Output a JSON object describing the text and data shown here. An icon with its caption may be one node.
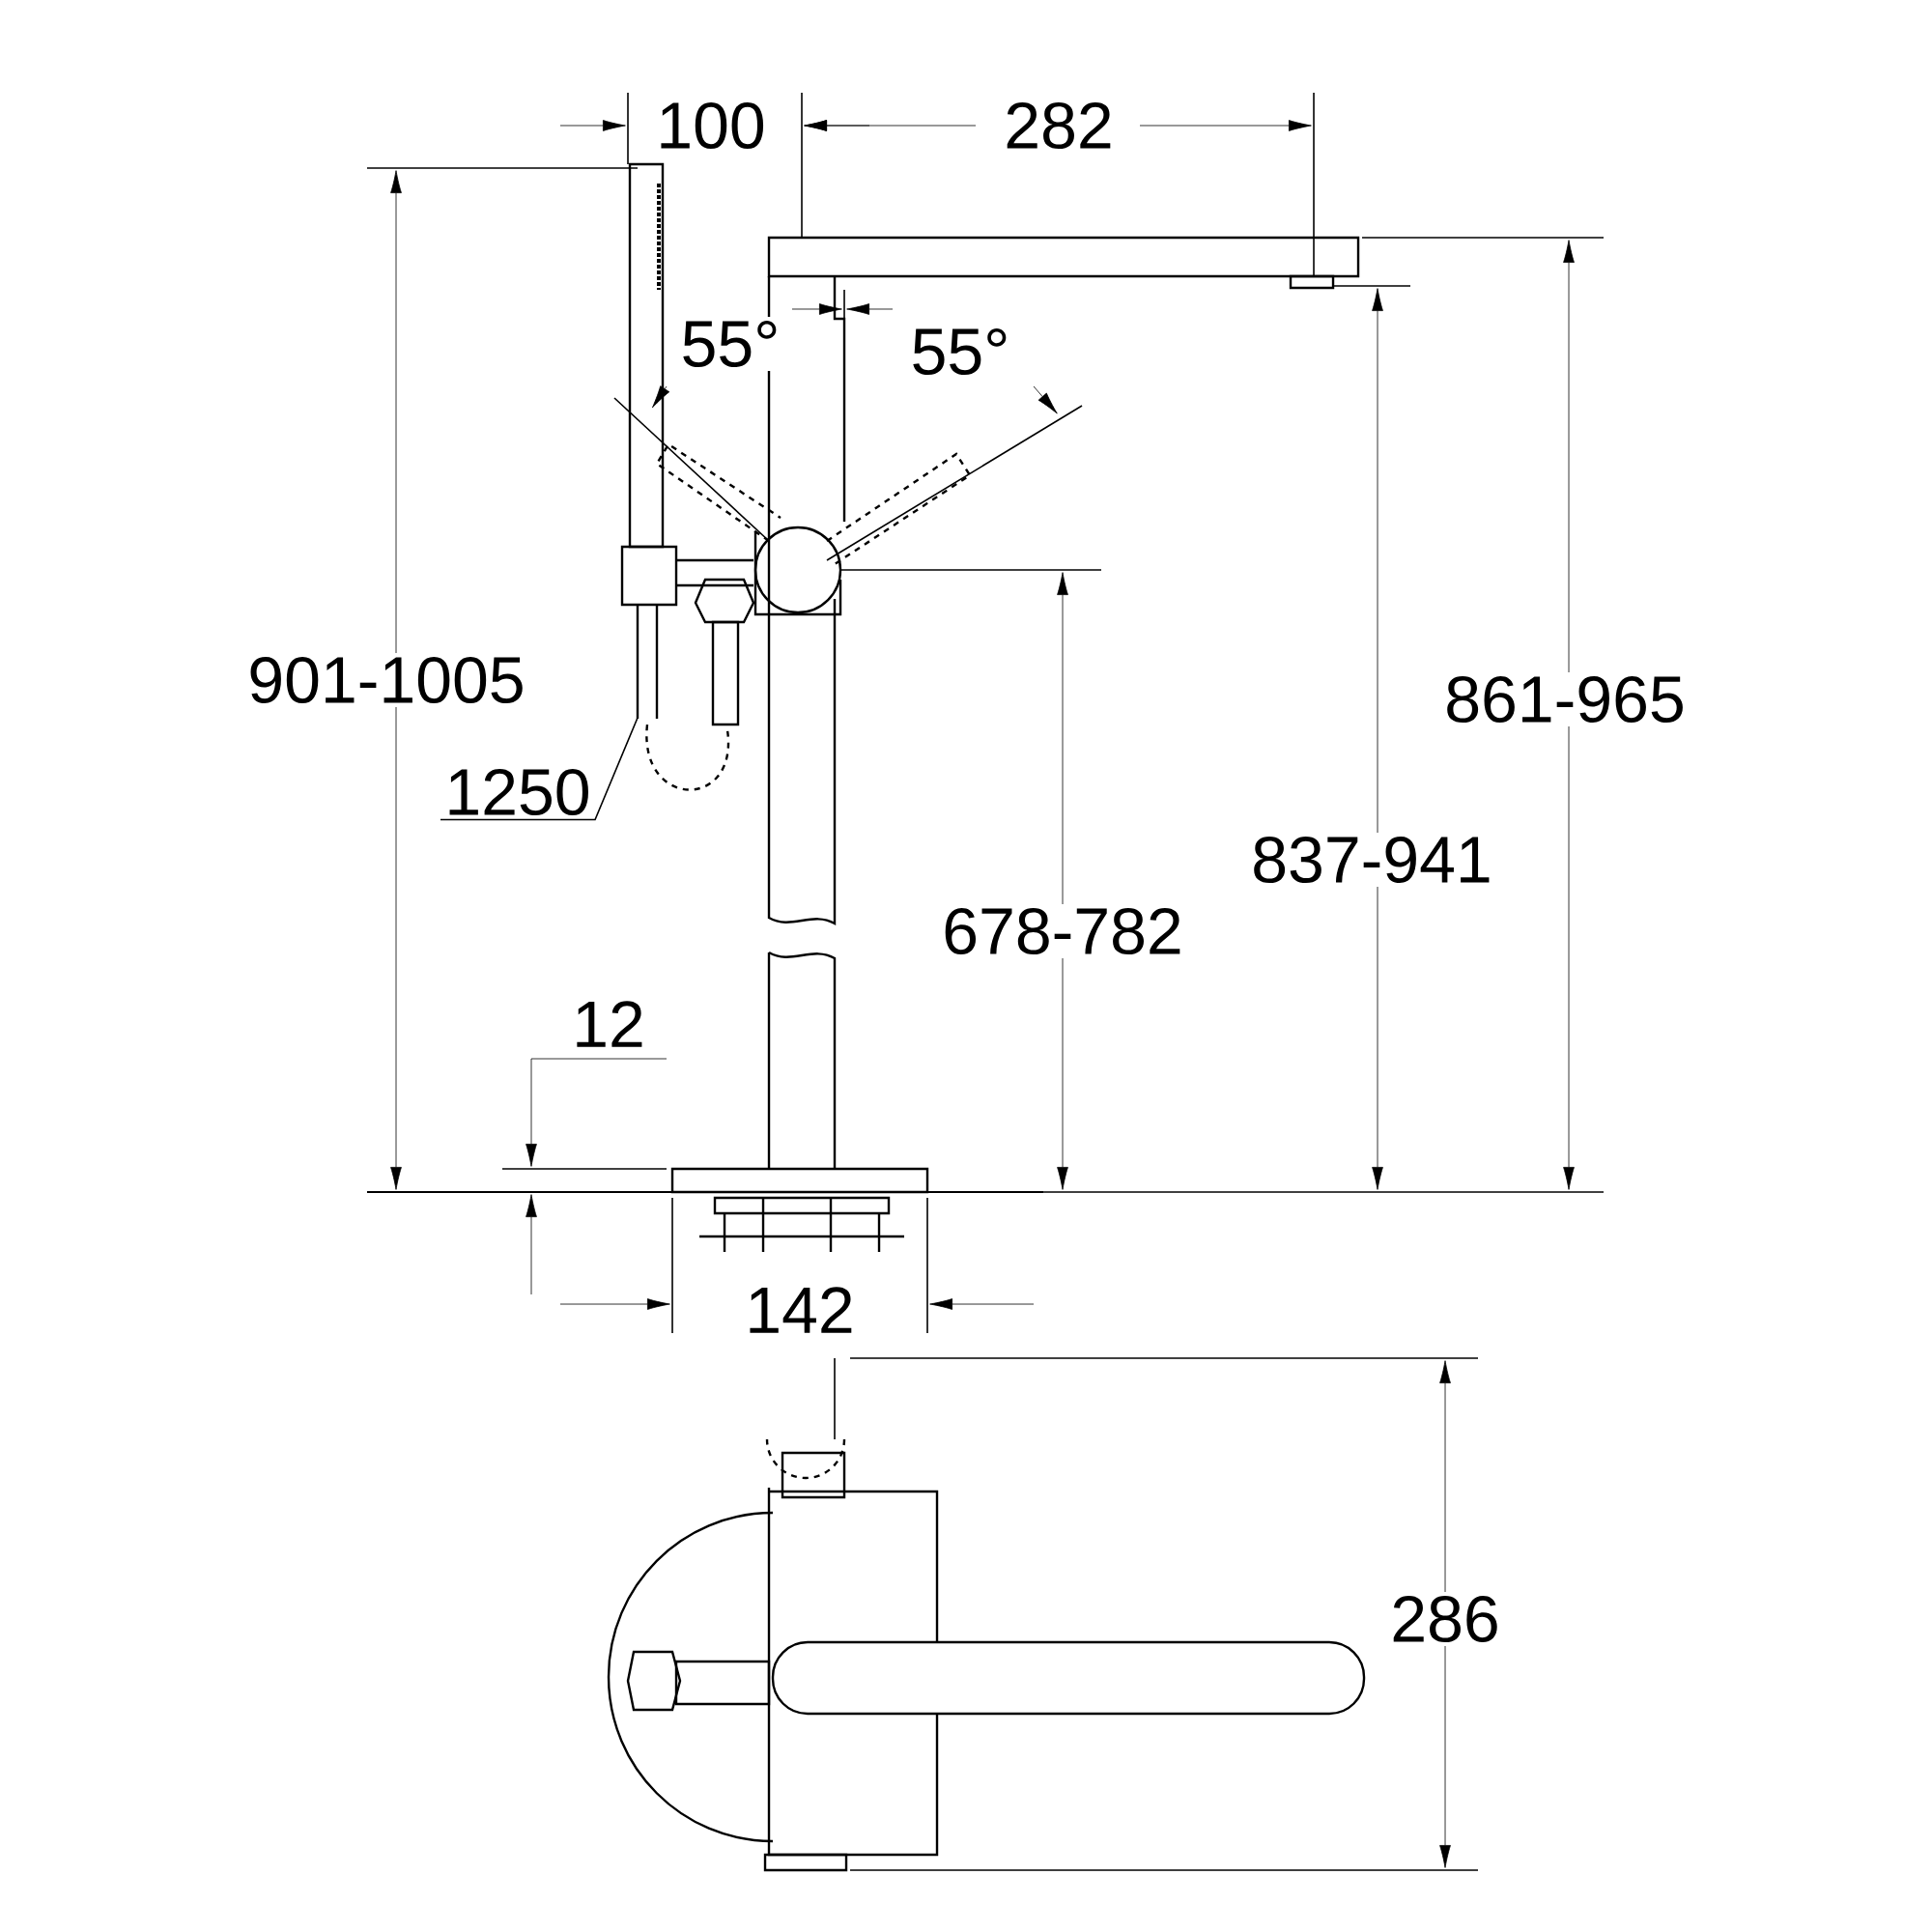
{
  "diagram": {
    "nodes": [
      {
        "text": [
          "1250"
        ]
      },
      {
        "text": [],
        "shape": "picture"
      }
    ],
    "edges": [
      {
        "from": 0,
        "to": 1,
        "arrow": "none"
      }
    ],
    "labels": [
      "100",
      "282",
      "55°",
      "55°",
      "901-1005",
      "861-965",
      "837-941",
      "678-782",
      "12",
      "142",
      "286"
    ]
  }
}
